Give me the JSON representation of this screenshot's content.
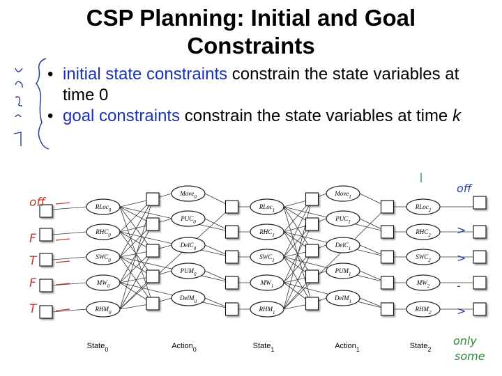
{
  "slide": {
    "title": "CSP Planning: Initial and Goal Constraints",
    "bullets": [
      {
        "highlight": "initial state constraints",
        "rest": " constrain the state variables at time 0"
      },
      {
        "highlight": "goal constraints",
        "rest": " constrain the state variables at time ",
        "var": "k"
      }
    ]
  },
  "diagram": {
    "state_nodes": [
      [
        "RLoc0",
        "RHC0",
        "SWC0",
        "MW0",
        "RHM0"
      ],
      [
        "RLoc1",
        "RHC1",
        "SWC1",
        "MW1",
        "RHM1"
      ],
      [
        "RLoc2",
        "RHC2",
        "SWC2",
        "MW2",
        "RHM2"
      ]
    ],
    "action_nodes": [
      [
        "Move0",
        "PUC0",
        "DelC0",
        "PUM0",
        "DelM0"
      ],
      [
        "Move1",
        "PUC1",
        "DelC1",
        "PUM1",
        "DelM1"
      ]
    ],
    "column_labels": [
      "State0",
      "Action0",
      "State1",
      "Action1",
      "State2"
    ]
  },
  "handwriting": {
    "left_values": [
      "off",
      "F",
      "T",
      "F",
      "T"
    ],
    "right_values": [
      "off",
      ">",
      ">",
      "-",
      ">"
    ],
    "note_lines": [
      "only",
      "some"
    ]
  },
  "colors": {
    "highlight": "#1a31b8",
    "ink": "#2a3f9a",
    "ink_red": "#c0392b",
    "ink_green": "#2c8a3a"
  }
}
